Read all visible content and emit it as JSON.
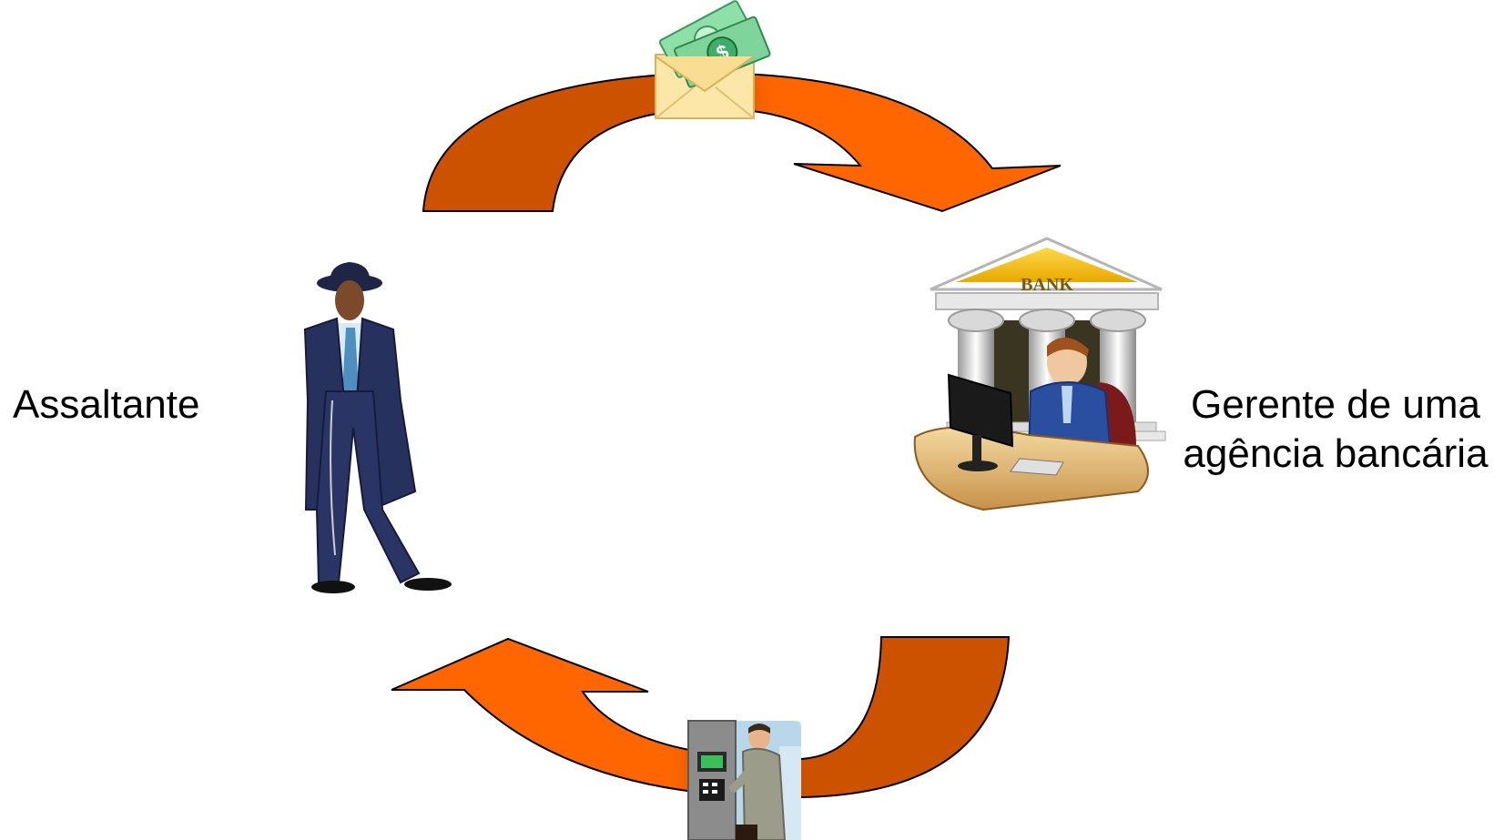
{
  "labels": {
    "robber": "Assaltante",
    "manager_line1": "Gerente de uma",
    "manager_line2": "agência bancária"
  },
  "bank_sign": "BANK",
  "envelope_symbol": "$",
  "colors": {
    "arrow_light": "#ff6600",
    "arrow_dark": "#cc5200",
    "arrow_outline": "#000000",
    "background": "#ffffff"
  },
  "icons": [
    "money-envelope-icon",
    "robber-figure",
    "bank-manager-icon",
    "atm-user-icon"
  ]
}
